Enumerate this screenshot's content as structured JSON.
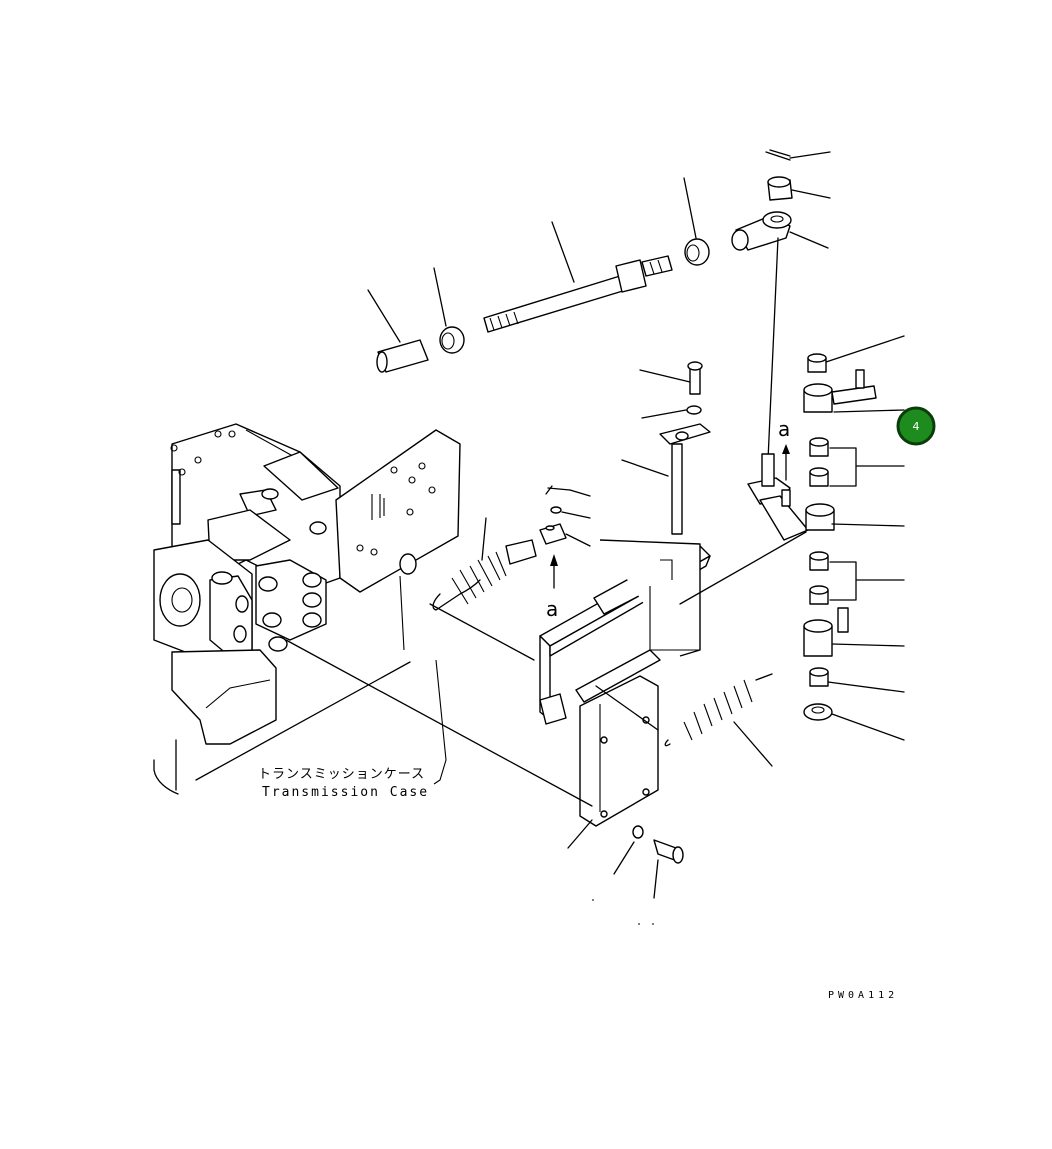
{
  "diagram": {
    "jp_label": "トランスミッションケース",
    "en_label": "Transmission Case",
    "view_mark_1": "a",
    "view_mark_2": "a",
    "drawing_code": "PW0A112",
    "callout": {
      "number": "4",
      "color": "#1e8b1e"
    }
  }
}
